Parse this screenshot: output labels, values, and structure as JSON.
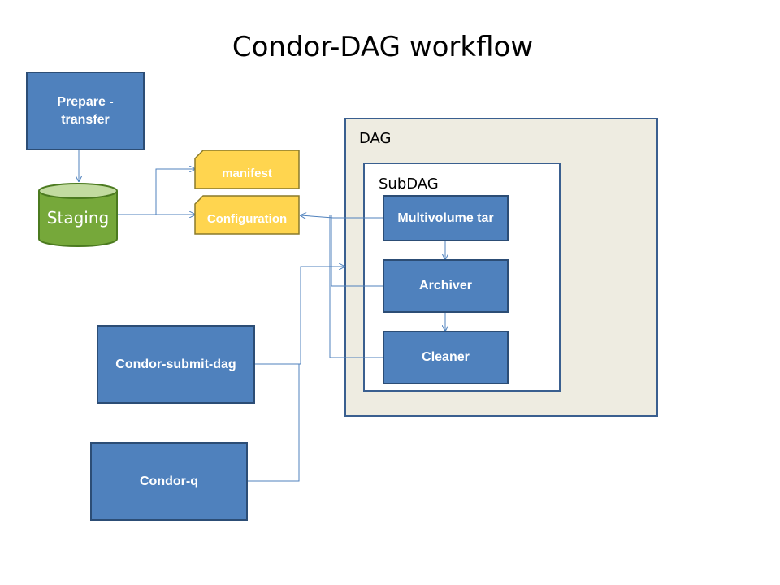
{
  "title": "Condor-DAG workflow",
  "nodes": {
    "prepare_transfer": "Prepare -\ntransfer",
    "staging": "Staging",
    "manifest": "manifest",
    "configuration": "Configuration",
    "multivolume_tar": "Multivolume tar",
    "archiver": "Archiver",
    "cleaner": "Cleaner",
    "condor_submit_dag": "Condor-submit-dag",
    "condor_q": "Condor-q"
  },
  "containers": {
    "dag": "DAG",
    "subdag": "SubDAG"
  },
  "colors": {
    "process_fill": "#4f81bd",
    "process_border": "#2c4d75",
    "document_fill": "#ffd54f",
    "database_fill": "#76a83a",
    "database_top": "#c2dba0",
    "container_fill": "#eeece1",
    "connector": "#4f81bd"
  }
}
